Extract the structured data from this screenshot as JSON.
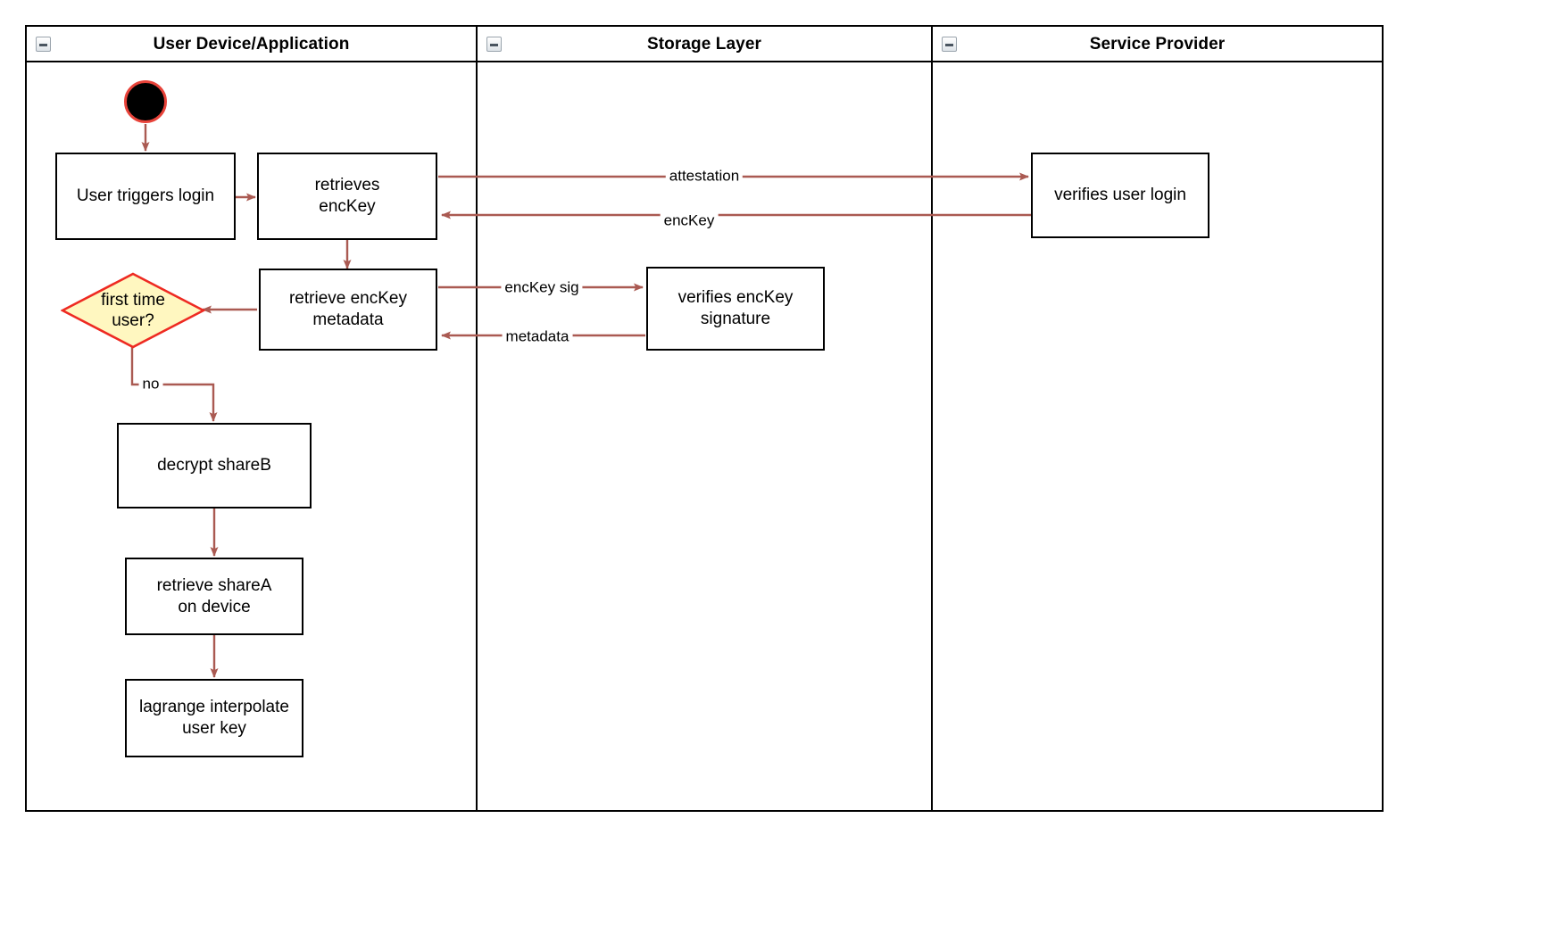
{
  "diagram": {
    "type": "swimlane-activity-diagram",
    "colors": {
      "lane_border": "#000000",
      "node_border": "#000000",
      "node_fill": "#ffffff",
      "edge": "#aa5a52",
      "decision_fill": "#fff7c0",
      "decision_border": "#ee2a22",
      "start_fill": "#000000",
      "start_ring": "#e8433a",
      "background": "#ffffff"
    },
    "lanes": [
      {
        "id": "user-device",
        "title": "User Device/Application",
        "collapse_icon": "minus-box-icon"
      },
      {
        "id": "storage-layer",
        "title": "Storage Layer",
        "collapse_icon": "minus-box-icon"
      },
      {
        "id": "service-provider",
        "title": "Service Provider",
        "collapse_icon": "minus-box-icon"
      }
    ],
    "start_node": {
      "name": "start-node",
      "lane": "user-device"
    },
    "nodes": [
      {
        "id": "user-triggers-login",
        "lane": "user-device",
        "label": "User triggers login"
      },
      {
        "id": "retrieves-enckey",
        "lane": "user-device",
        "label": "retrieves\nencKey"
      },
      {
        "id": "retrieve-enckey-metadata",
        "lane": "user-device",
        "label": "retrieve encKey\nmetadata"
      },
      {
        "id": "decrypt-shareb",
        "lane": "user-device",
        "label": "decrypt shareB"
      },
      {
        "id": "retrieve-sharea-on-device",
        "lane": "user-device",
        "label": "retrieve shareA\non device"
      },
      {
        "id": "lagrange-interpolate-user-key",
        "lane": "user-device",
        "label": "lagrange interpolate\nuser key"
      },
      {
        "id": "verifies-enckey-signature",
        "lane": "storage-layer",
        "label": "verifies encKey\nsignature"
      },
      {
        "id": "verifies-user-login",
        "lane": "service-provider",
        "label": "verifies user login"
      }
    ],
    "decisions": [
      {
        "id": "first-time-user",
        "lane": "user-device",
        "label": "first time\nuser?"
      }
    ],
    "edges": [
      {
        "id": "e-start-login",
        "from": "start-node",
        "to": "user-triggers-login",
        "label": ""
      },
      {
        "id": "e-login-retrieves",
        "from": "user-triggers-login",
        "to": "retrieves-enckey",
        "label": ""
      },
      {
        "id": "e-attestation",
        "from": "retrieves-enckey",
        "to": "verifies-user-login",
        "label": "attestation"
      },
      {
        "id": "e-enckey",
        "from": "verifies-user-login",
        "to": "retrieves-enckey",
        "label": "encKey"
      },
      {
        "id": "e-retrieves-metadata",
        "from": "retrieves-enckey",
        "to": "retrieve-enckey-metadata",
        "label": ""
      },
      {
        "id": "e-enckey-sig",
        "from": "retrieve-enckey-metadata",
        "to": "verifies-enckey-signature",
        "label": "encKey sig"
      },
      {
        "id": "e-metadata",
        "from": "verifies-enckey-signature",
        "to": "retrieve-enckey-metadata",
        "label": "metadata"
      },
      {
        "id": "e-metadata-decision",
        "from": "retrieve-enckey-metadata",
        "to": "first-time-user",
        "label": ""
      },
      {
        "id": "e-no",
        "from": "first-time-user",
        "to": "decrypt-shareb",
        "label": "no"
      },
      {
        "id": "e-decrypt-sharea",
        "from": "decrypt-shareb",
        "to": "retrieve-sharea-on-device",
        "label": ""
      },
      {
        "id": "e-sharea-lagrange",
        "from": "retrieve-sharea-on-device",
        "to": "lagrange-interpolate-user-key",
        "label": ""
      }
    ]
  }
}
